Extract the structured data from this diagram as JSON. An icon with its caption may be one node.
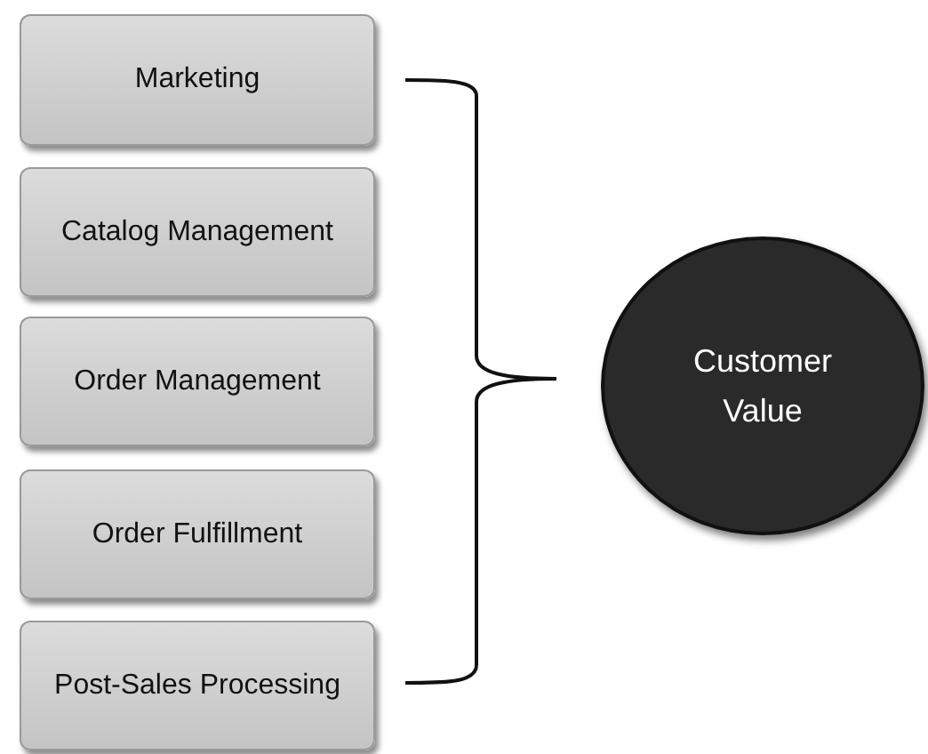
{
  "diagram": {
    "nodes": [
      {
        "text": [
          "Marketing"
        ]
      },
      {
        "text": [
          "Catalog Management"
        ]
      },
      {
        "text": [
          "Order Management"
        ]
      },
      {
        "text": [
          "Order Fulfillment"
        ]
      },
      {
        "text": [
          "Post-Sales Processing"
        ]
      },
      {
        "text": [
          "Customer Value"
        ]
      }
    ]
  }
}
